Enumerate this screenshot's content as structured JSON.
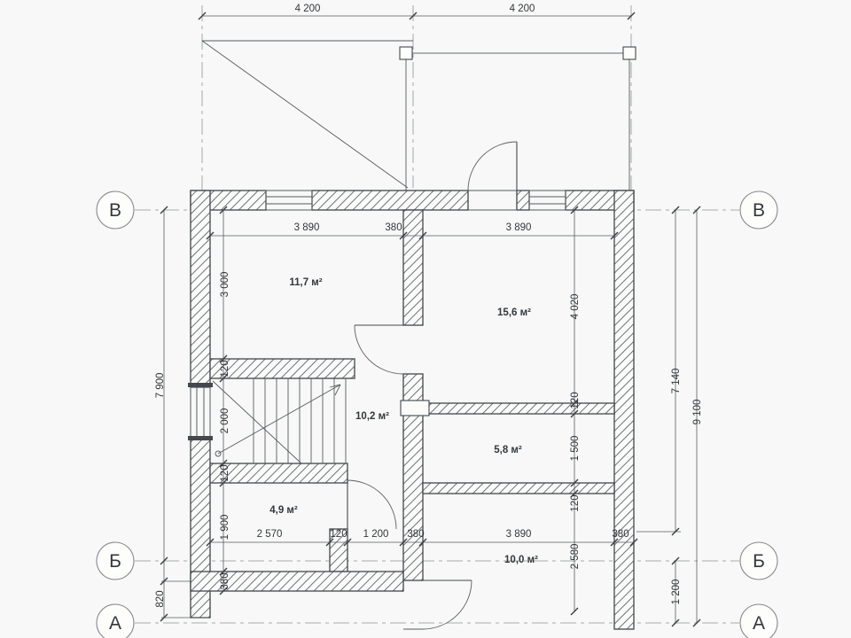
{
  "drawing": {
    "axes_left": [
      "В",
      "Б",
      "А"
    ],
    "axes_right": [
      "В",
      "Б",
      "А"
    ],
    "dims_top": [
      "4 200",
      "4 200"
    ],
    "dims_inner_top": [
      "3 890",
      "380",
      "3 890"
    ],
    "dims_left_outer": [
      "7 900",
      "820"
    ],
    "dims_left_inner": [
      "3 000",
      "120",
      "2 000",
      "120",
      "1 900",
      "380"
    ],
    "dims_right_inner": [
      "4 020",
      "120",
      "1 500",
      "120",
      "2 580"
    ],
    "dims_right_outer": [
      "7 140",
      "1 200",
      "9 100"
    ],
    "dims_bottom": [
      "2 570",
      "120",
      "1 200",
      "380",
      "3 890",
      "380"
    ],
    "rooms": [
      "11,7 м²",
      "15,6 м²",
      "10,2 м²",
      "5,8 м²",
      "4,9 м²",
      "10,0 м²"
    ]
  }
}
